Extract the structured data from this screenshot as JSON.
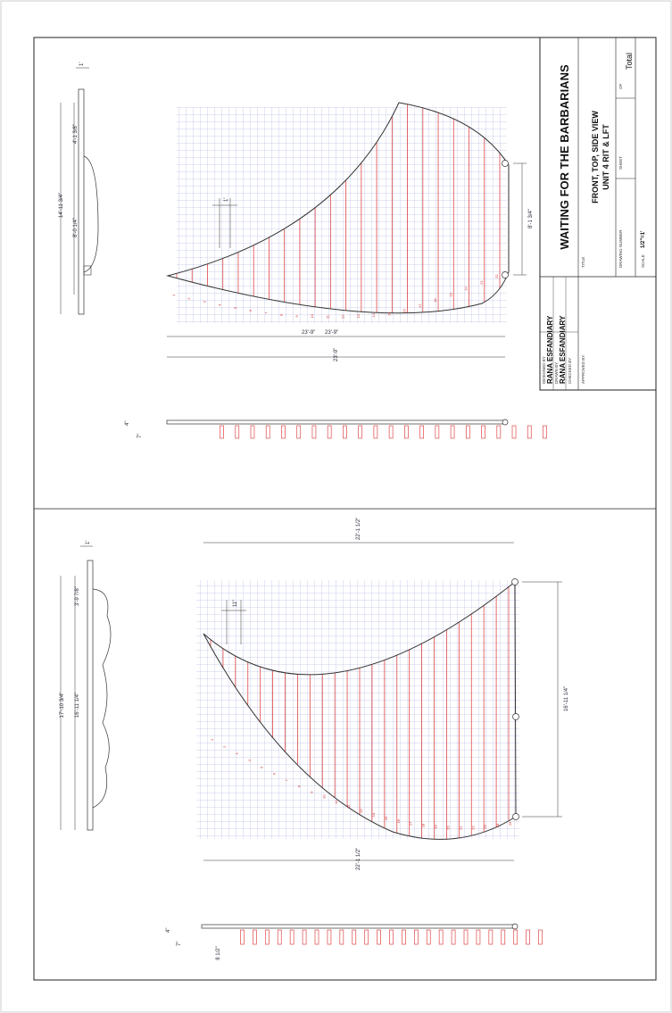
{
  "title_block": {
    "project_title": "WAITING FOR THE BARBARIANS",
    "title_label": "TITLE",
    "view_title": "FRONT, TOP, SIDE VIEW",
    "unit": "UNIT 4 RIT & LFT",
    "designed_by_label": "DESIGNED BY",
    "designed_by": "RANA  ESFANDIARY",
    "drawn_by_label": "DRAWN BY",
    "drawn_by": "RANA  ESFANDIARY",
    "checked_by_label": "CHECKED BY",
    "approved_by_label": "APPROVED BY",
    "drawing_number_label": "DRAWING NUMBER",
    "sheet_label": "SHEET",
    "of_label": "OF",
    "total": "Total",
    "scale_label": "SCALE",
    "scale": "1/2\"=1'"
  },
  "top_panel": {
    "side_dims": [
      "1'",
      "4'-1 3/8\"",
      "8'-0 1/4\"",
      "14'-11 3/4\""
    ],
    "rib_spacing": "1'",
    "right_height": "8'-1 3/4\"",
    "width_1": "23'-9\"",
    "width_2": "23'-9\"",
    "thickness_1": "4\"",
    "thickness_2": "7\"",
    "rib_numbers": [
      "1",
      "2",
      "3",
      "4",
      "5",
      "6",
      "7",
      "8",
      "9",
      "10",
      "11",
      "12",
      "13",
      "14",
      "15",
      "16",
      "17",
      "18",
      "19",
      "20",
      "21",
      "22"
    ]
  },
  "bottom_panel": {
    "side_dims": [
      "1'",
      "3'-9 7/8\"",
      "16'-11 1/4\"",
      "17'-10 3/4\""
    ],
    "rib_spacing": "11\"",
    "top_width": "22'-1 1/2\"",
    "right_height": "16'-11 1/4\"",
    "bottom_width": "22'-1 1/2\"",
    "thickness_1": "4\"",
    "thickness_2": "7\"",
    "rib_depth": "8 1/2\"",
    "rib_numbers": [
      "1",
      "2",
      "3",
      "4",
      "5",
      "6",
      "7",
      "8",
      "9",
      "10",
      "11",
      "12",
      "13",
      "14",
      "15",
      "16",
      "17",
      "18",
      "19",
      "20",
      "21",
      "22",
      "23",
      "24",
      "25"
    ]
  }
}
